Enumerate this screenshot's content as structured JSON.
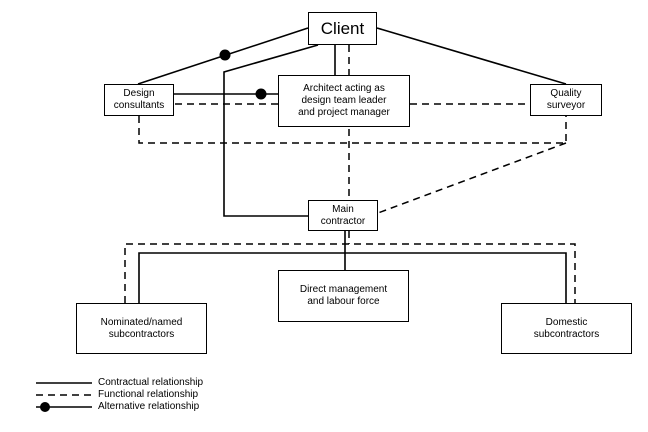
{
  "nodes": {
    "client": "Client",
    "design_consultants": "Design\nconsultants",
    "architect": "Architect acting as\ndesign team leader\nand project manager",
    "quality_surveyor": "Quality\nsurveyor",
    "main_contractor": "Main\ncontractor",
    "direct_management": "Direct management\nand labour force",
    "nominated_subcontractors": "Nominated/named\nsubcontractors",
    "domestic_subcontractors": "Domestic\nsubcontractors"
  },
  "legend": {
    "contractual": "Contractual relationship",
    "functional": "Functional relationship",
    "alternative": "Alternative relationship"
  },
  "line_color": "#000000"
}
